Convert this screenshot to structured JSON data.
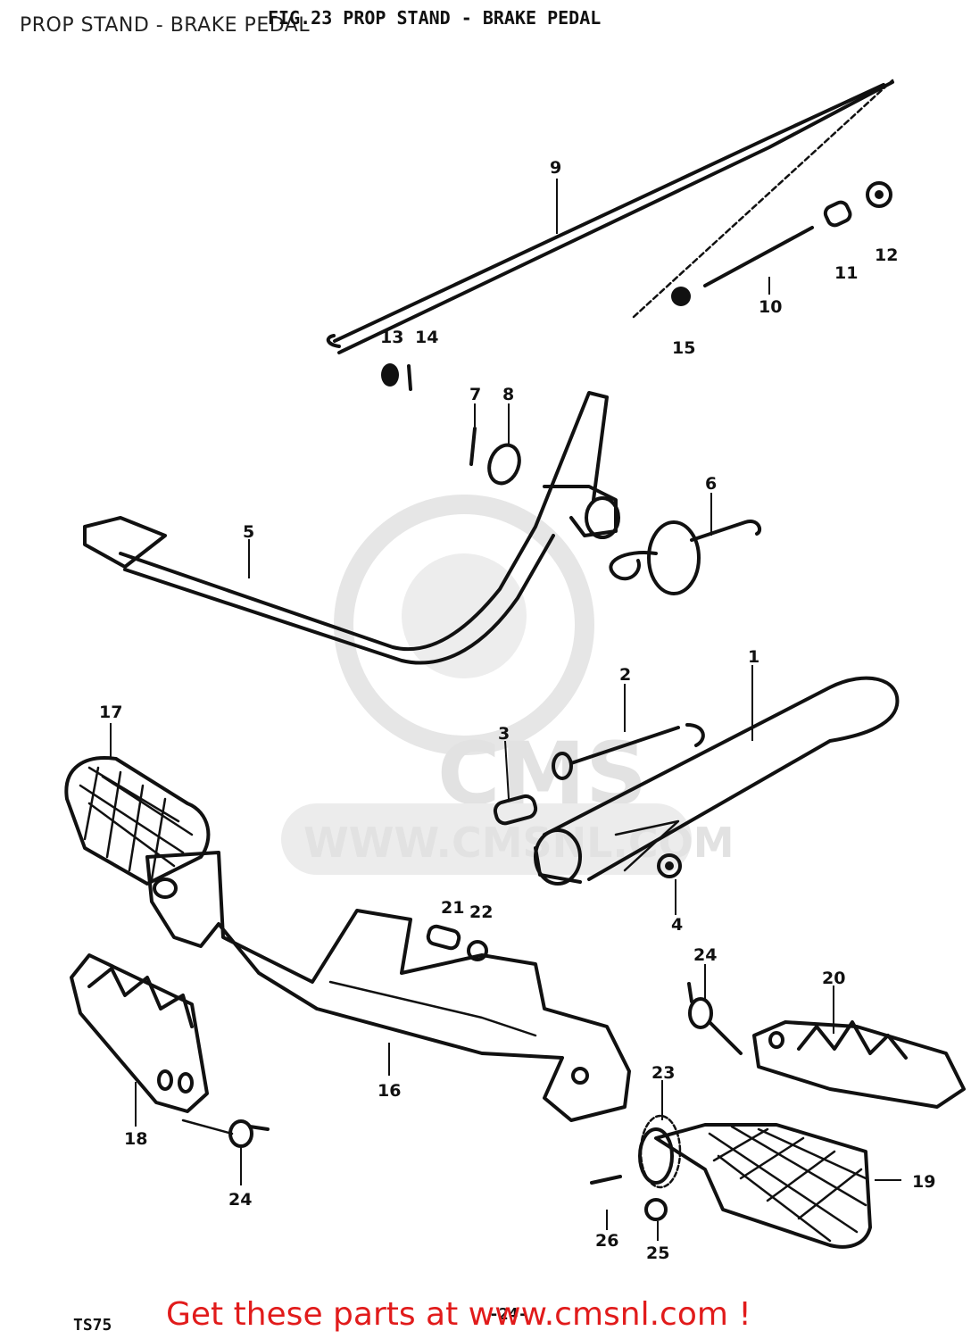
{
  "header": {
    "title": "PROP STAND - BRAKE PEDAL",
    "fig_title": "FIG.23 PROP STAND - BRAKE PEDAL"
  },
  "watermark": {
    "logo_text": "CMS",
    "url_text": "WWW.CMSNL.COM"
  },
  "callouts": [
    "1",
    "2",
    "3",
    "4",
    "5",
    "6",
    "7",
    "8",
    "9",
    "10",
    "11",
    "12",
    "13",
    "14",
    "15",
    "16",
    "17",
    "18",
    "19",
    "20",
    "21",
    "22",
    "23",
    "24",
    "24",
    "25",
    "26"
  ],
  "footer": {
    "model": "TS75",
    "page": "-24-",
    "cta": "Get these parts at www.cmsnl.com !"
  },
  "colors": {
    "cta": "#e11b1b",
    "watermark": "#e2e2e2",
    "line": "#111111"
  }
}
